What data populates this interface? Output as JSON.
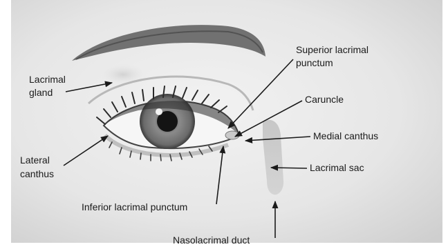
{
  "labels": {
    "superior_punctum": [
      "Superior lacrimal",
      "punctum"
    ],
    "lacrimal_gland": [
      "Lacrimal",
      "gland"
    ],
    "caruncle": "Caruncle",
    "medial_canthus": "Medial canthus",
    "lateral_canthus": [
      "Lateral",
      "canthus"
    ],
    "lacrimal_sac": "Lacrimal sac",
    "inferior_punctum": "Inferior lacrimal punctum",
    "nasolacrimal_duct": "Nasolacrimal duct"
  },
  "colors": {
    "background": "#ffffff",
    "skin_light": "#eeeeee",
    "skin_mid": "#d6d6d6",
    "iris": "#7c7c7c",
    "pupil": "#141414",
    "line": "#1a1a1a"
  }
}
